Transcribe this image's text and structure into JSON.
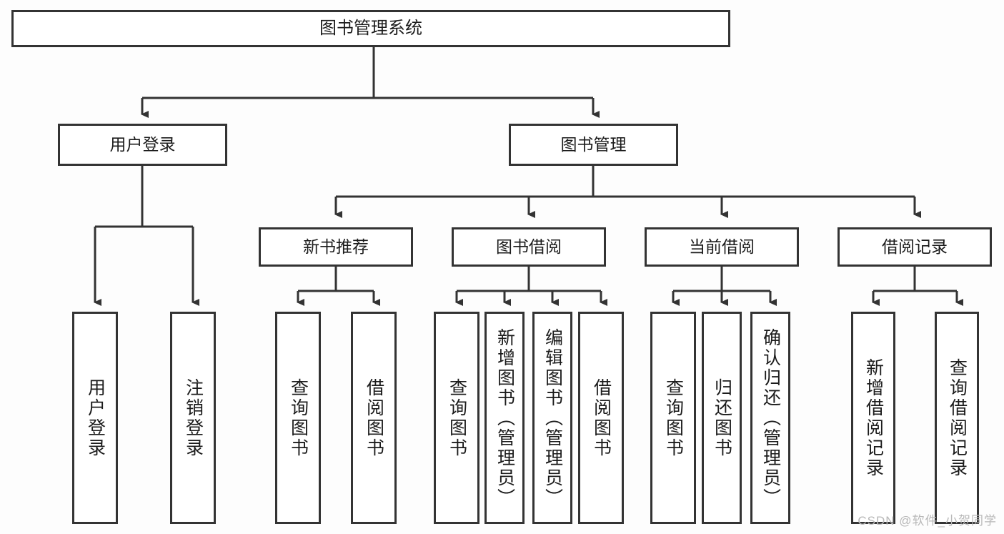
{
  "diagram": {
    "title": "图书管理系统",
    "watermark": "CSDN @软件_小贺同学",
    "colors": {
      "border": "#333333",
      "fill": "#ffffff",
      "text": "#1b1b1b",
      "background": "#fdfdfd",
      "watermark": "#b8b8b8"
    },
    "root": {
      "label": "图书管理系统"
    },
    "level2": [
      {
        "label": "用户登录"
      },
      {
        "label": "图书管理"
      }
    ],
    "level3": [
      {
        "label": "新书推荐"
      },
      {
        "label": "图书借阅"
      },
      {
        "label": "当前借阅"
      },
      {
        "label": "借阅记录"
      }
    ],
    "leaves": {
      "user_login": [
        {
          "label": "用户登录"
        },
        {
          "label": "注销登录"
        }
      ],
      "new_book_recommend": [
        {
          "label": "查询图书"
        },
        {
          "label": "借阅图书"
        }
      ],
      "book_borrow": [
        {
          "label": "查询图书"
        },
        {
          "label": "新增图书（管理员）"
        },
        {
          "label": "编辑图书（管理员）"
        },
        {
          "label": "借阅图书"
        }
      ],
      "current_borrow": [
        {
          "label": "查询图书"
        },
        {
          "label": "归还图书"
        },
        {
          "label": "确认归还（管理员）"
        }
      ],
      "borrow_record": [
        {
          "label": "新增借阅记录"
        },
        {
          "label": "查询借阅记录"
        }
      ]
    }
  }
}
